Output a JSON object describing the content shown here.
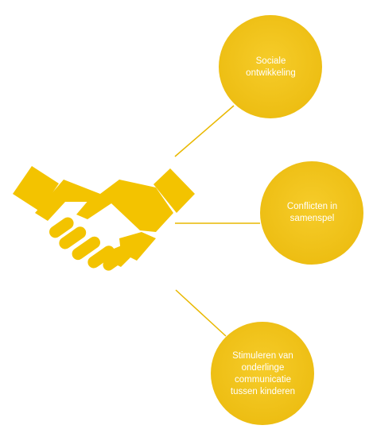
{
  "colors": {
    "accent": "#f3c300",
    "circle_fill": "#f4c619",
    "circle_fill_dark": "#ecbc10",
    "connector": "#e9b800",
    "label": "#ffffff"
  },
  "icon": {
    "name": "handshake-icon"
  },
  "nodes": [
    {
      "label": "Sociale\nontwikkeling"
    },
    {
      "label": "Conflicten in\nsamenspel"
    },
    {
      "label": "Stimuleren van\nonderlinge\ncommunicatie\ntussen kinderen"
    }
  ]
}
